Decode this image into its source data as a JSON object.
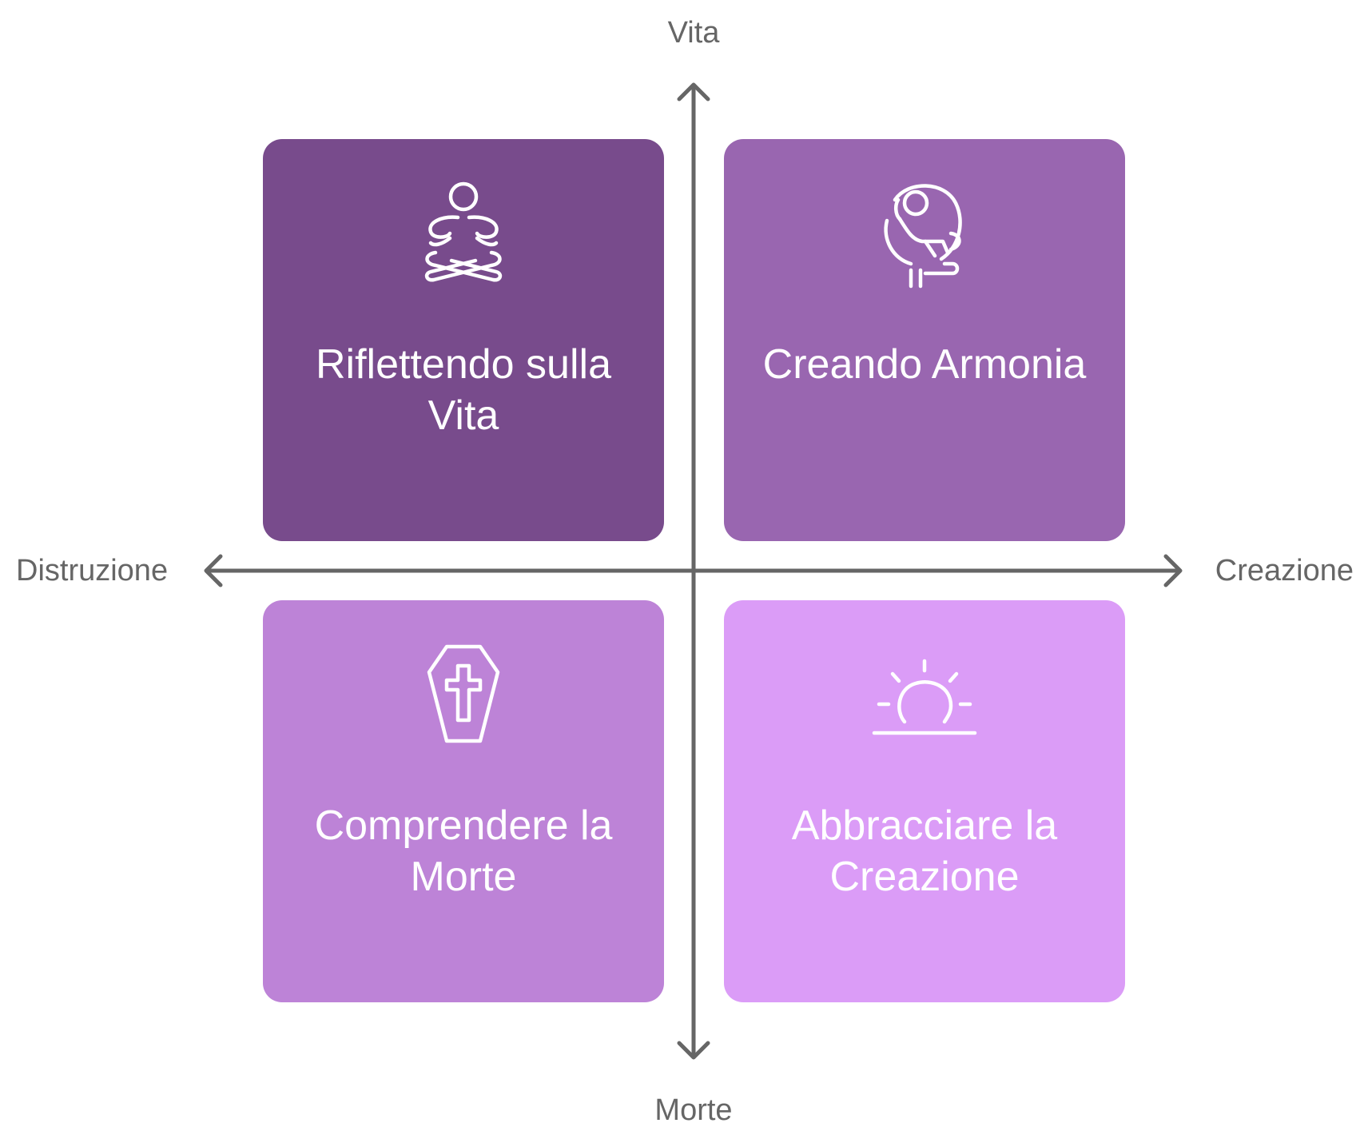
{
  "axes": {
    "top_label": "Vita",
    "bottom_label": "Morte",
    "left_label": "Distruzione",
    "right_label": "Creazione",
    "color": "#666666"
  },
  "quadrants": [
    {
      "title": "Riflettendo sulla Vita",
      "icon": "meditation-icon",
      "color": "#784B8C"
    },
    {
      "title": "Creando Armonia",
      "icon": "person-in-circle-icon",
      "color": "#9966B0"
    },
    {
      "title": "Comprendere la Morte",
      "icon": "coffin-icon",
      "color": "#BD83D7"
    },
    {
      "title": "Abbracciare la Creazione",
      "icon": "sunrise-icon",
      "color": "#DB9CF7"
    }
  ]
}
